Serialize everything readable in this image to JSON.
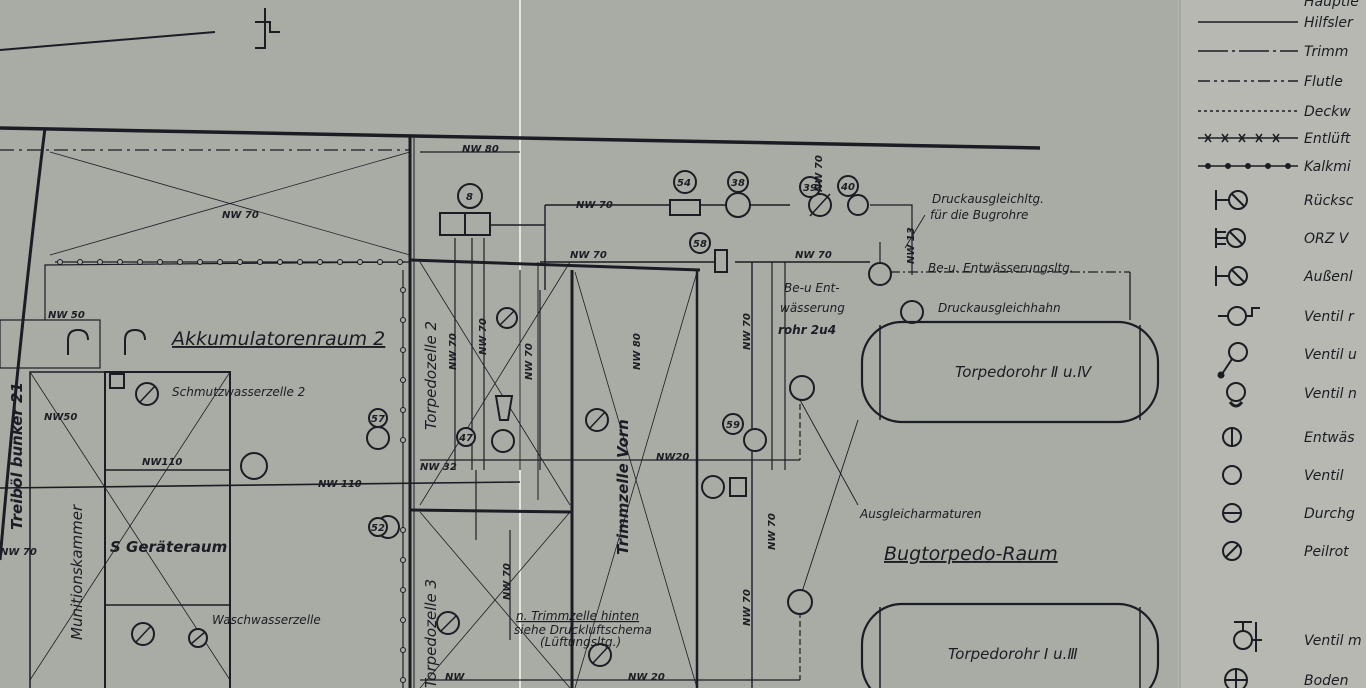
{
  "rooms": {
    "akkumulatorenraum": "Akkumulatorenraum 2",
    "geraeteraum": "S Geräteraum",
    "munitionskammer": "Munitionskammer",
    "treiboelbunker": "Treiböl bunker 21",
    "torpedozelle_2": "Torpedozelle 2",
    "torpedozelle_3": "Torpedozelle 3",
    "trimmzelle_vorn": "Trimmzelle Vorn",
    "schmutzwasserzelle": "Schmutzwasserzelle 2",
    "waschwasserzelle": "Waschwasserzelle",
    "bugtorpedo_raum": "Bugtorpedo-Raum",
    "torpedorohr_upper": "Torpedorohr Ⅱ u.Ⅳ",
    "torpedorohr_lower": "Torpedorohr Ⅰ u.Ⅲ"
  },
  "annotations": {
    "druckausgleich_l1": "Druckausgleichltg.",
    "druckausgleich_l2": "für die Bugrohre",
    "be_entwaesserung": "Be-u. Entwässerungsltg.",
    "druckausgleichhahn": "Druckausgleichhahn",
    "beu_1": "Be-u Ent-",
    "beu_2": "wässerung",
    "beu_3": "rohr 2u4",
    "ausgleicharmaturen": "Ausgleicharmaturen",
    "trimm_hinten_1": "n. Trimmzelle hinten",
    "trimm_hinten_2": "siehe Druckluftschema",
    "trimm_hinten_3": "(Lüftungsltg.)"
  },
  "pipes": {
    "nw80": "NW 80",
    "nw70": "NW 70",
    "nw50": "NW 50",
    "nw50b": "NW50",
    "nw110": "NW 110",
    "nw110b": "NW110",
    "nw20": "NW 20",
    "nw20b": "NW20",
    "nw13": "NW 13",
    "nw32": "NW 32",
    "nw_trunc": "NW",
    "nw70_left": "NW 70",
    "nw80_v": "NW 80"
  },
  "valve_numbers": [
    "8",
    "54",
    "38",
    "39",
    "40",
    "58",
    "57",
    "47",
    "59",
    "52"
  ],
  "legend": [
    "Hauptle",
    "Hilfsler",
    "Trimm",
    "Flutle",
    "Deckw",
    "Entlüft",
    "Kalkmi",
    "Rücksc",
    "ORZ V",
    "Außenl",
    "Ventil r",
    "Ventil u",
    "Ventil n",
    "Entwäs",
    "Ventil",
    "Durchg",
    "Peilrot",
    "Ventil m",
    "Boden"
  ]
}
